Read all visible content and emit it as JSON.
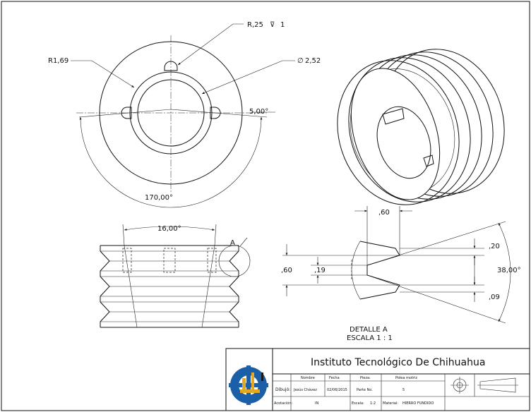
{
  "dimensions": {
    "keyway_radius": "R,25",
    "keyway_depth": "1",
    "bore_radius": "R1,69",
    "bore_diameter": "2,52",
    "key_angle": "5,00°",
    "key_arc_angle": "170,00°",
    "side_taper_angle": "16,00°",
    "detail_label": "A",
    "detail_top": ",60",
    "detail_height": ",60",
    "detail_inner": ",19",
    "detail_right_top": ",20",
    "detail_right_bottom": ",09",
    "groove_angle": "38,00°"
  },
  "detail": {
    "title": "DETALLE A",
    "scale": "ESCALA 1 : 1"
  },
  "title_block": {
    "institution": "Instituto Tecnológico De Chihuahua",
    "col_nombre": "Nombre",
    "col_fecha": "Fecha",
    "col_pieza": "Pieza:",
    "pieza_value": "Polea motriz",
    "row_dibujo": "Dibujó:",
    "dibujo_nombre": "Jesús Chávez",
    "dibujo_fecha": "02/06/2015",
    "parte_label": "Parte No.",
    "parte_value": "5",
    "row_acotacion": "Acotación:",
    "acotacion_value": "IN",
    "escala_label": "Escala:",
    "escala_value": "1:2",
    "material_label": "Material:",
    "material_value": "HIERRO FUNDIDO"
  },
  "colors": {
    "logo_blue": "#1a5fa8",
    "logo_gold": "#e5a823"
  }
}
